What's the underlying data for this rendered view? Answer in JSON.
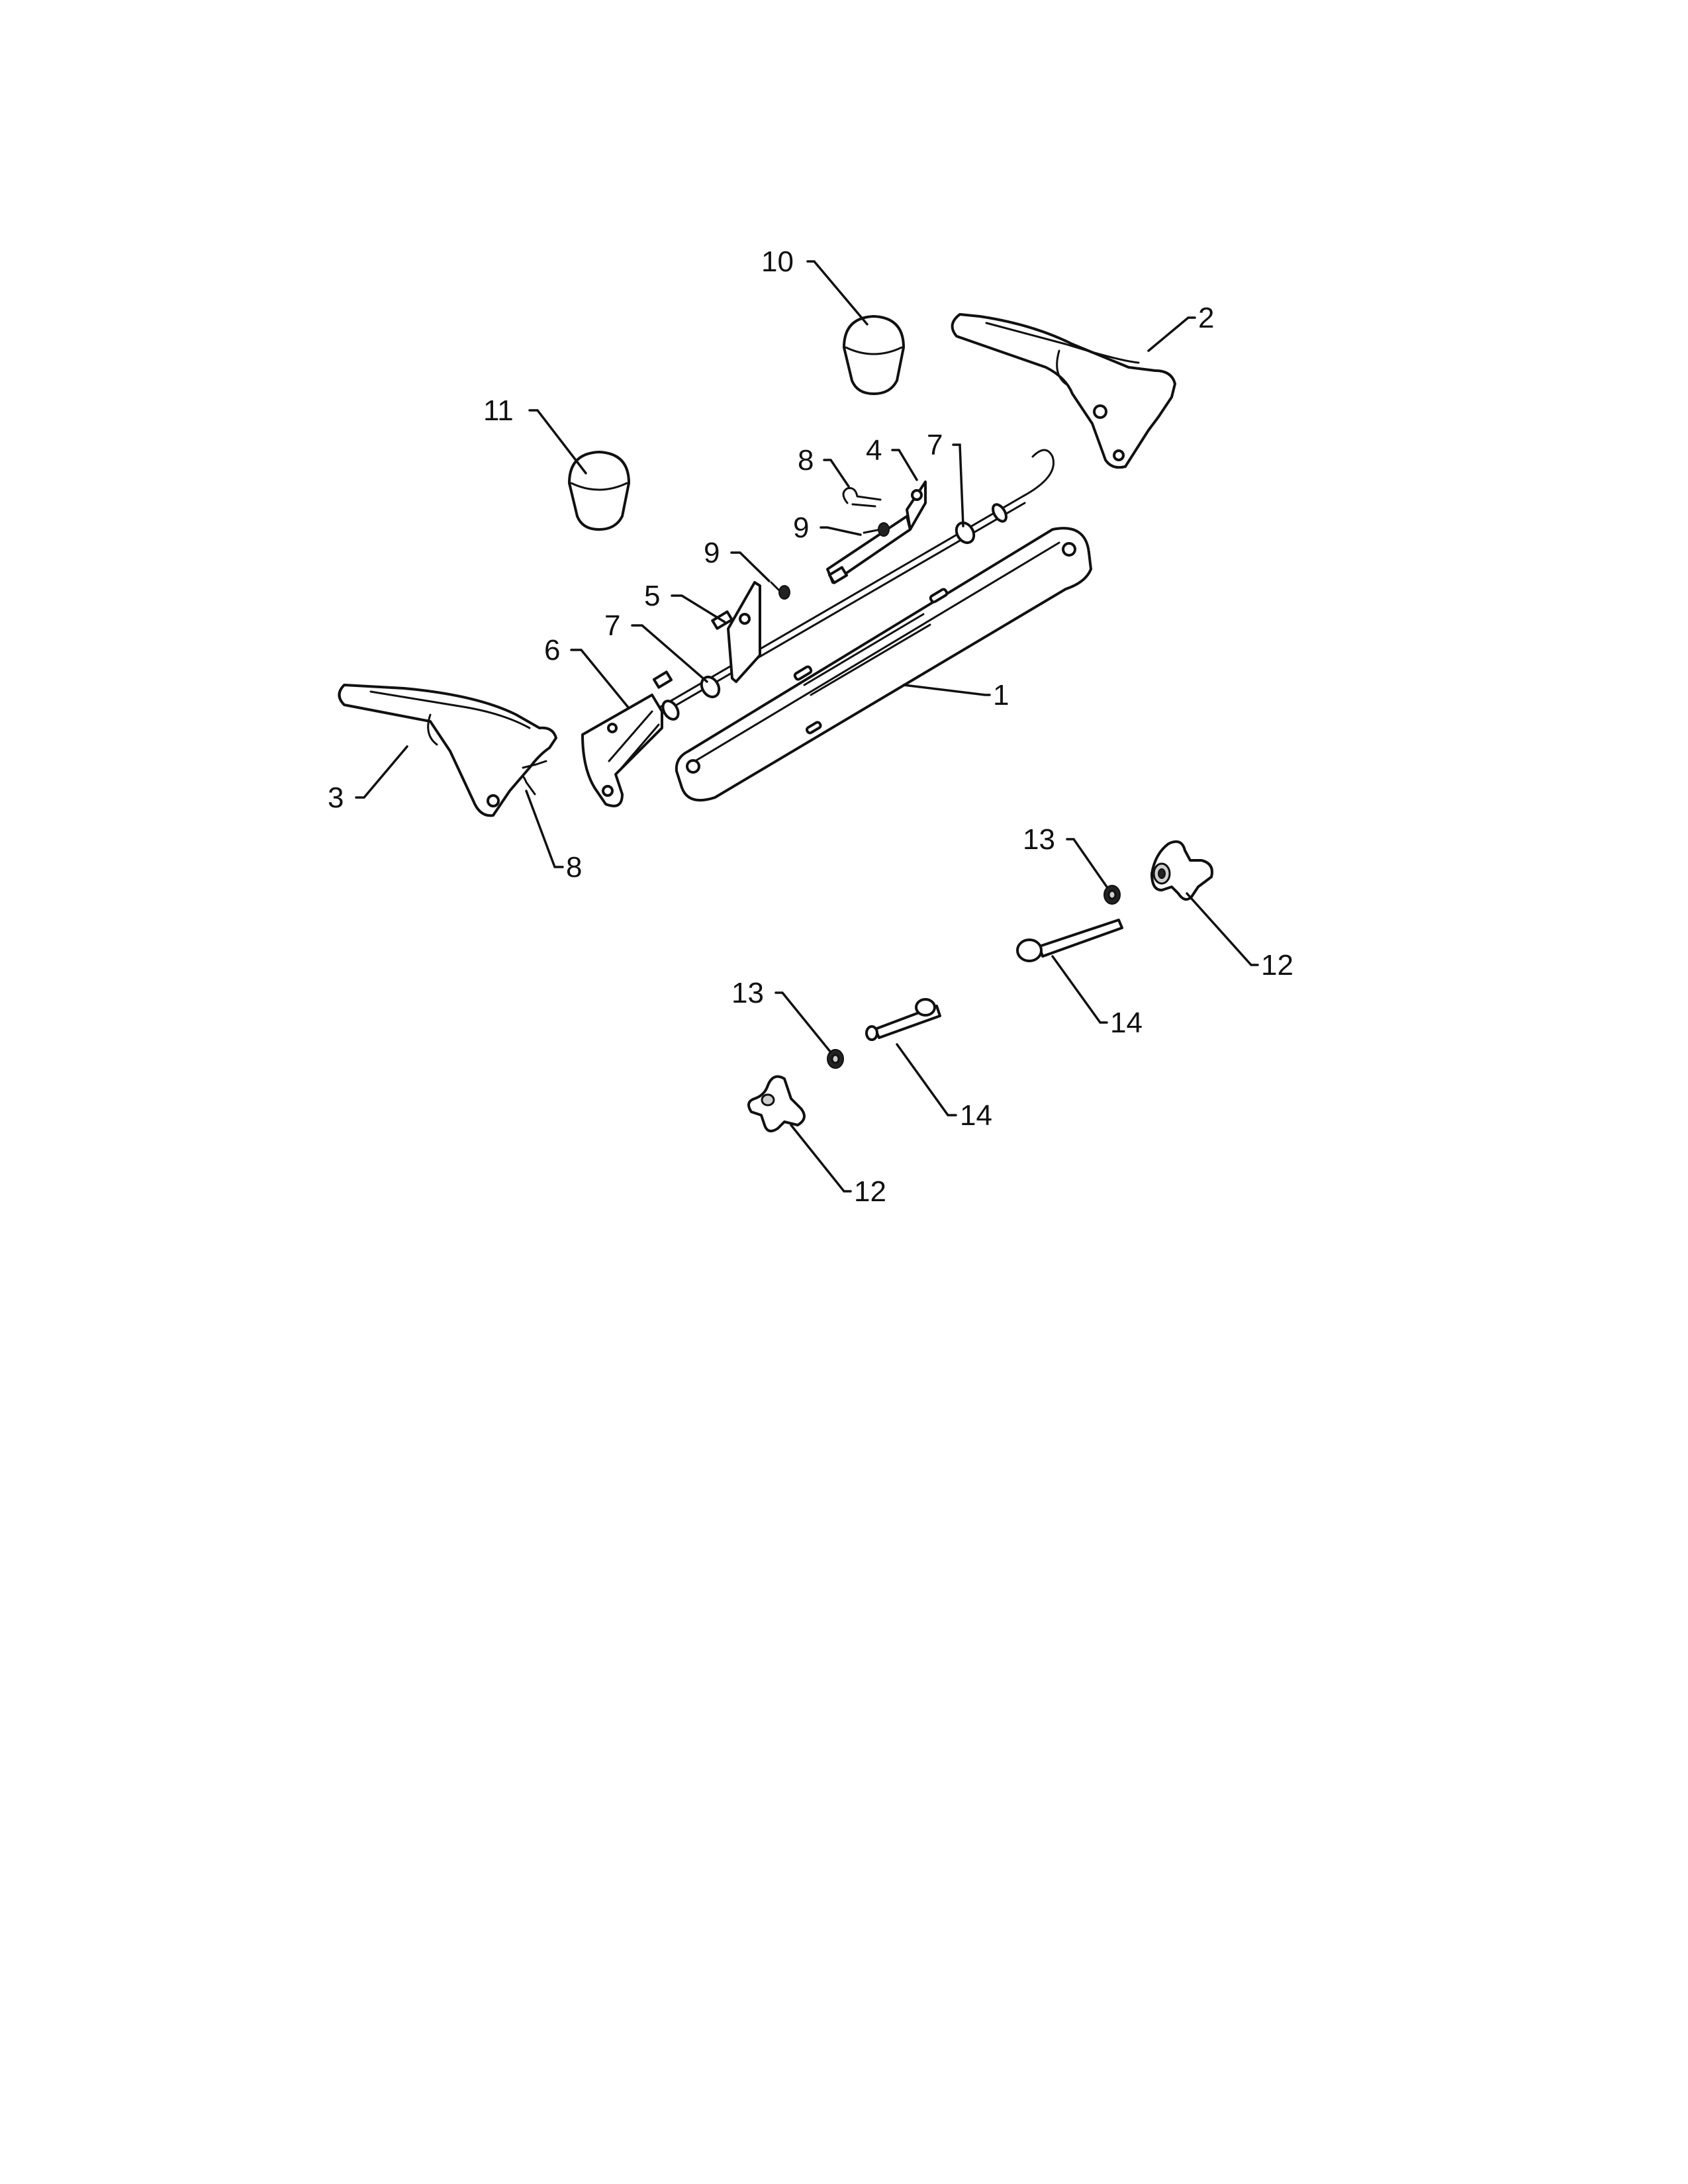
{
  "diagram": {
    "callouts": [
      {
        "id": "c10",
        "label": "10"
      },
      {
        "id": "c2",
        "label": "2"
      },
      {
        "id": "c11",
        "label": "11"
      },
      {
        "id": "c8a",
        "label": "8"
      },
      {
        "id": "c4",
        "label": "4"
      },
      {
        "id": "c7a",
        "label": "7"
      },
      {
        "id": "c9a",
        "label": "9"
      },
      {
        "id": "c9b",
        "label": "9"
      },
      {
        "id": "c5",
        "label": "5"
      },
      {
        "id": "c7b",
        "label": "7"
      },
      {
        "id": "c6",
        "label": "6"
      },
      {
        "id": "c1",
        "label": "1"
      },
      {
        "id": "c3",
        "label": "3"
      },
      {
        "id": "c8b",
        "label": "8"
      },
      {
        "id": "c13a",
        "label": "13"
      },
      {
        "id": "c12a",
        "label": "12"
      },
      {
        "id": "c14a",
        "label": "14"
      },
      {
        "id": "c13b",
        "label": "13"
      },
      {
        "id": "c14b",
        "label": "14"
      },
      {
        "id": "c12b",
        "label": "12"
      }
    ]
  }
}
